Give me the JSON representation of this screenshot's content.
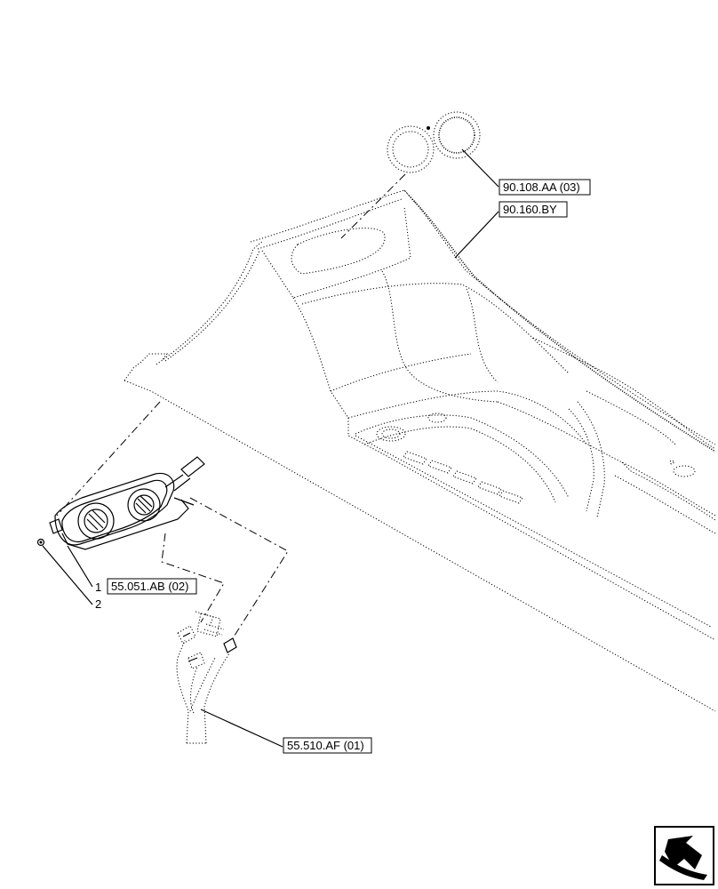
{
  "callouts": {
    "vent_ref": "90.108.AA (03)",
    "console_ref": "90.160.BY",
    "control_ref": "55.051.AB (02)",
    "harness_ref": "55.510.AF (01)"
  },
  "item_numbers": {
    "item_1": "1",
    "item_2": "2"
  },
  "icons": {
    "nav_arrow": "next-page-arrow-icon"
  }
}
